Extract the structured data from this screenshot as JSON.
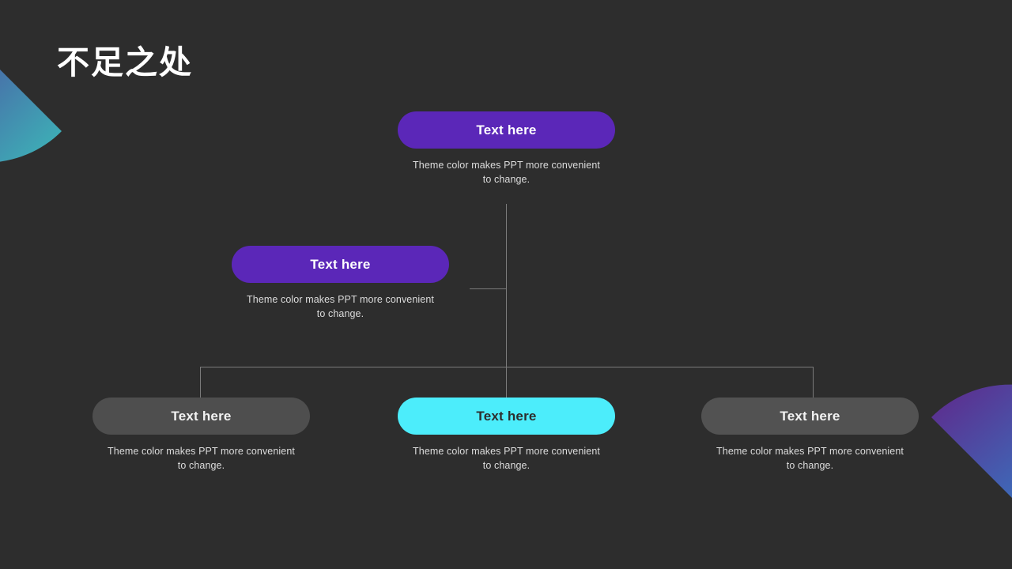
{
  "slide": {
    "title": "不足之处",
    "background_color": "#2d2d2d"
  },
  "palette": {
    "purple": "#5b27b8",
    "cyan": "#4cedfb",
    "grey": "#4e4e4e",
    "text_light": "#dcdcdc",
    "gradient_start": "#5b3a9e",
    "gradient_end": "#3fe5f5"
  },
  "nodes": {
    "top": {
      "label": "Text here",
      "desc": "Theme color makes PPT more convenient to change."
    },
    "middle": {
      "label": "Text here",
      "desc": "Theme color makes PPT more convenient to change."
    },
    "bottom1": {
      "label": "Text here",
      "desc": "Theme color makes PPT more convenient to change."
    },
    "bottom2": {
      "label": "Text here",
      "desc": "Theme color makes PPT more convenient to change."
    },
    "bottom3": {
      "label": "Text here",
      "desc": "Theme color makes PPT more convenient to change."
    }
  },
  "decorations": {
    "top_left": "teardrop-shape",
    "bottom_right": "teardrop-shape"
  }
}
